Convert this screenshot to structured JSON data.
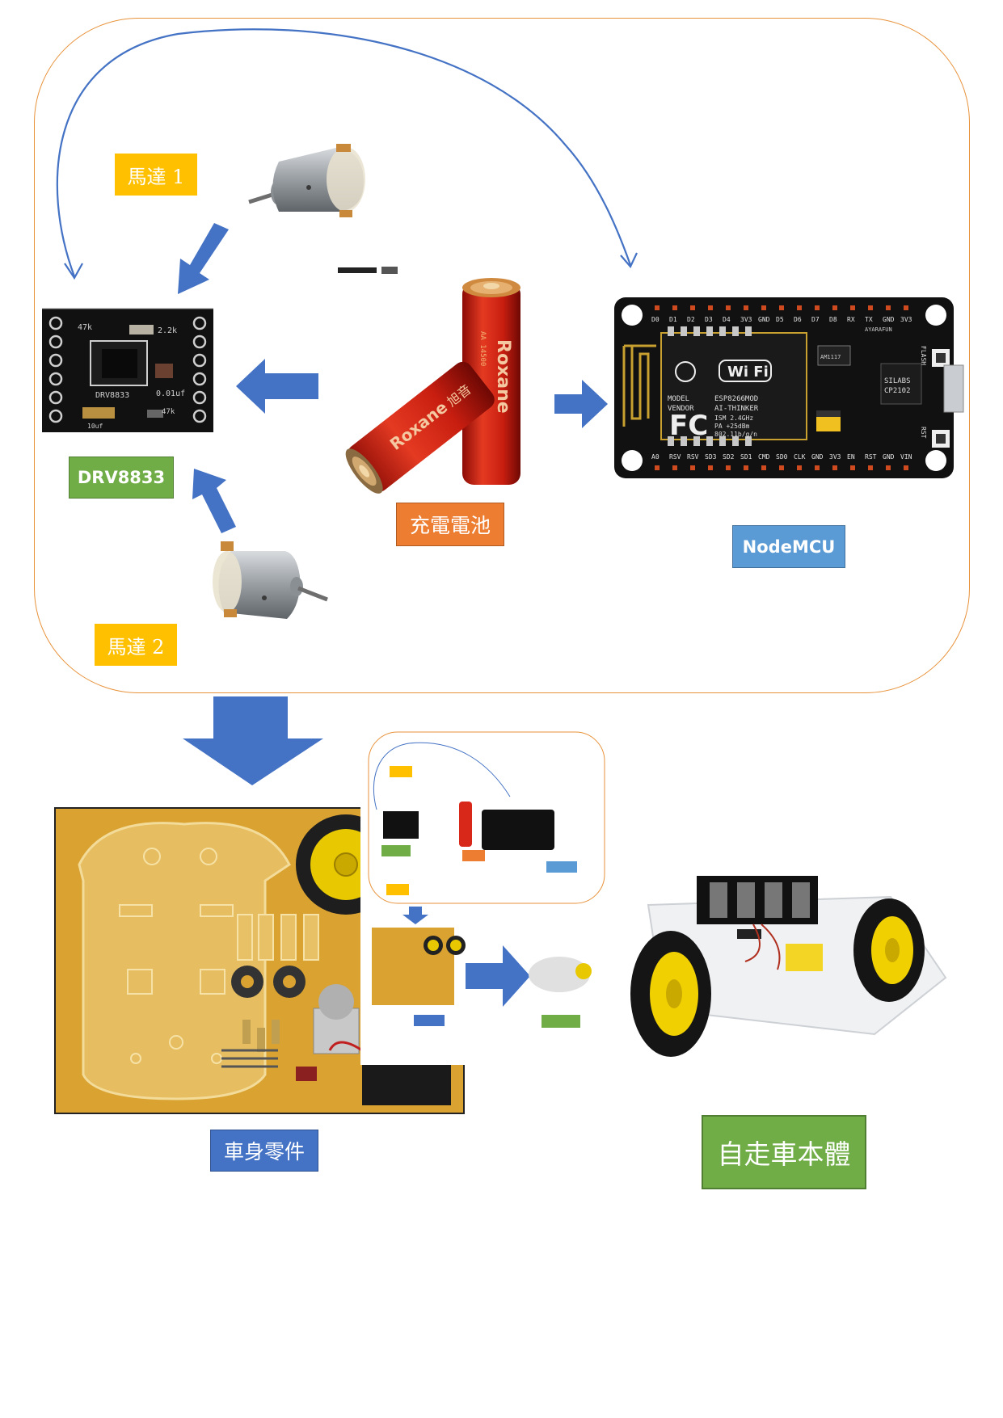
{
  "labels": {
    "motor1": "馬達 1",
    "motor2": "馬達 2",
    "driver": "DRV8833",
    "battery": "充電電池",
    "mcu": "NodeMCU",
    "parts": "車身零件",
    "car": "自走車本體"
  },
  "driver_board": {
    "chip": "DRV8833",
    "marks": [
      "47k",
      "2.2k",
      "0.01uf",
      "47k",
      "10uf"
    ]
  },
  "battery": {
    "brand": "Roxane",
    "brand_cn": "旭音",
    "model_text": "AA 14500"
  },
  "nodemcu": {
    "top_pins": [
      "D0",
      "D1",
      "D2",
      "D3",
      "D4",
      "3V3",
      "GND",
      "D5",
      "D6",
      "D7",
      "D8",
      "RX",
      "TX",
      "GND",
      "3V3"
    ],
    "bottom_pins": [
      "A0",
      "RSV",
      "RSV",
      "SD3",
      "SD2",
      "SD1",
      "CMD",
      "SD0",
      "CLK",
      "GND",
      "3V3",
      "EN",
      "RST",
      "GND",
      "VIN"
    ],
    "wifi": "Wi Fi",
    "brand": "AYARAFUN",
    "model": [
      "MODEL",
      "VENDOR"
    ],
    "model_vals": [
      "ESP8266MOD",
      "AI-THINKER"
    ],
    "specs": [
      "ISM 2.4GHz",
      "PA +25dBm",
      "802.11b/g/n"
    ],
    "chip": "AM1117",
    "usb_chip": [
      "SILABS",
      "CP2102"
    ],
    "flash": "FLASH",
    "rst": "RST",
    "fc": "FC"
  },
  "colors": {
    "frame": "#e8923a",
    "arrow": "#4472c4",
    "yellow": "#ffc000",
    "green": "#70ad47",
    "orange": "#ed7d31",
    "blue": "#5b9bd5"
  }
}
